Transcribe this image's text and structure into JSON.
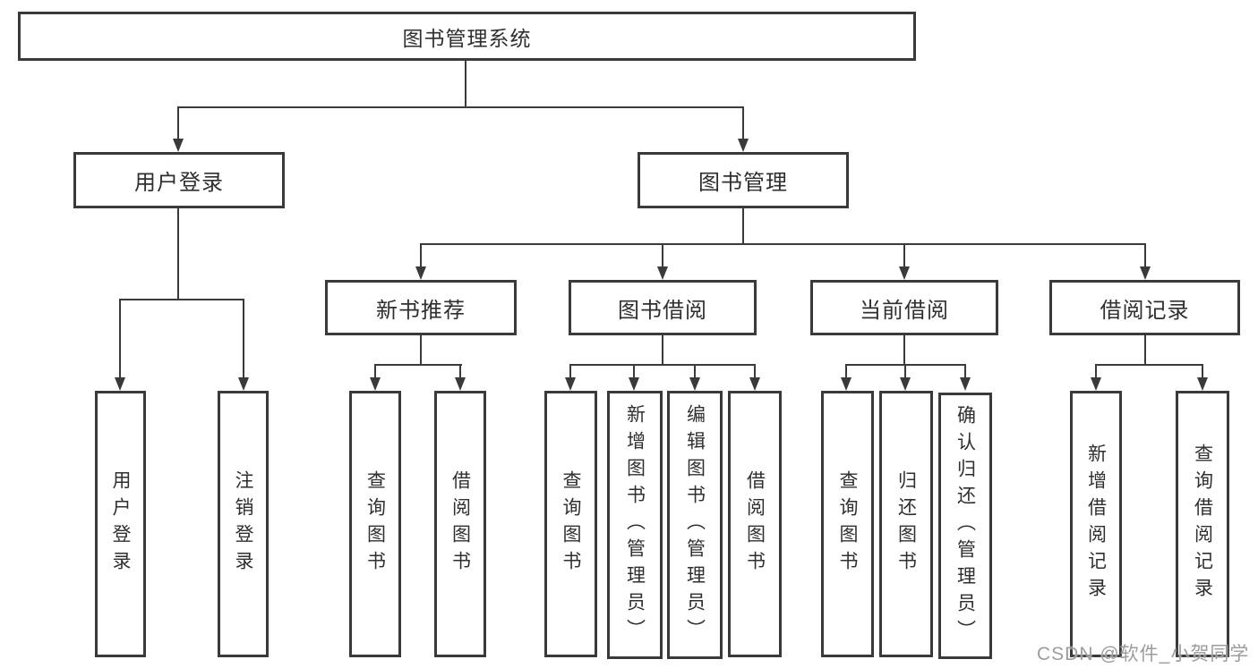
{
  "diagram": {
    "type": "hierarchy-chart",
    "colors": {
      "line": "#3a3a3a",
      "text": "#2f2f2f",
      "background": "#ffffff",
      "watermark_text": "#9c9c9c"
    },
    "tree": {
      "root": {
        "label": "图书管理系统"
      },
      "children": [
        {
          "label": "用户登录",
          "children": [
            {
              "label": "用户登录"
            },
            {
              "label": "注销登录"
            }
          ]
        },
        {
          "label": "图书管理",
          "children": [
            {
              "label": "新书推荐",
              "children": [
                {
                  "label": "查询图书"
                },
                {
                  "label": "借阅图书"
                }
              ]
            },
            {
              "label": "图书借阅",
              "children": [
                {
                  "label": "查询图书"
                },
                {
                  "label": "新增图书（管理员）"
                },
                {
                  "label": "编辑图书（管理员）"
                },
                {
                  "label": "借阅图书"
                }
              ]
            },
            {
              "label": "当前借阅",
              "children": [
                {
                  "label": "查询图书"
                },
                {
                  "label": "归还图书"
                },
                {
                  "label": "确认归还（管理员）"
                }
              ]
            },
            {
              "label": "借阅记录",
              "children": [
                {
                  "label": "新增借阅记录"
                },
                {
                  "label": "查询借阅记录"
                }
              ]
            }
          ]
        }
      ]
    }
  },
  "watermark": {
    "text": "CSDN @软件_小贺同学"
  }
}
